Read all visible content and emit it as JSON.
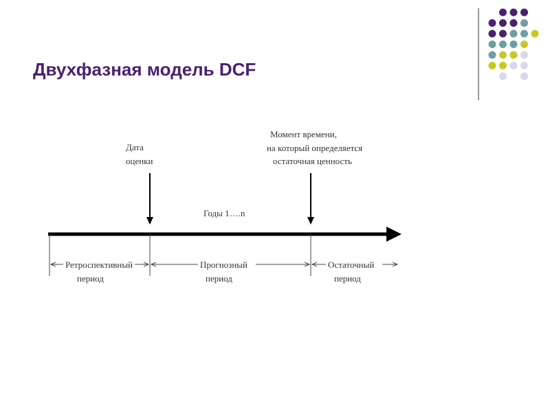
{
  "slide": {
    "title": "Двухфазная модель DCF"
  },
  "decoration": {
    "dot_colors": {
      "purple": "#4a2070",
      "teal": "#6e9ea0",
      "yellow": "#c8c825",
      "lavender": "#d8d8e8"
    }
  },
  "diagram": {
    "valuation_date_label": [
      "Дата",
      "оценки"
    ],
    "terminal_moment_label": [
      "Момент времени,",
      "на который определяется",
      "остаточная ценность"
    ],
    "years_label": "Годы 1….n",
    "periods": [
      {
        "lines": [
          "Ретроспективный",
          "период"
        ]
      },
      {
        "lines": [
          "Прогнозный",
          "период"
        ]
      },
      {
        "lines": [
          "Остаточный",
          "период"
        ]
      }
    ]
  }
}
